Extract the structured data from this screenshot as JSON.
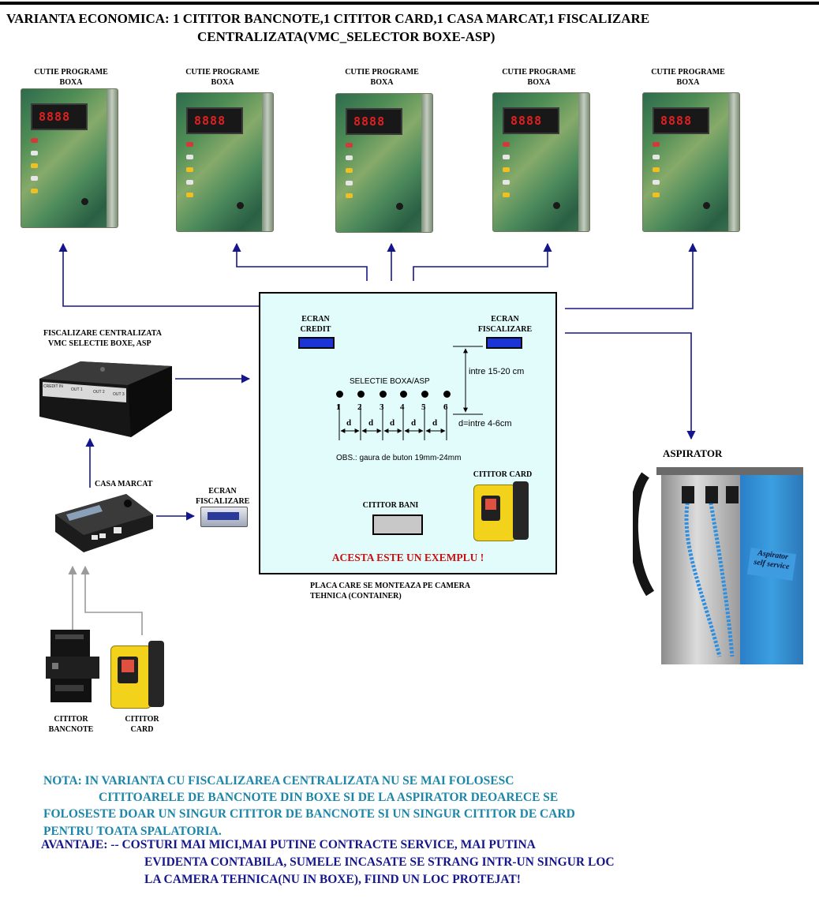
{
  "title": {
    "line1": "VARIANTA ECONOMICA: 1 CITITOR BANCNOTE,1 CITITOR CARD,1 CASA MARCAT,1 FISCALIZARE",
    "line2": "CENTRALIZATA(VMC_SELECTOR BOXE-ASP)"
  },
  "boxes": [
    {
      "label_line1": "CUTIE PROGRAME",
      "label_line2": "BOXA",
      "display": "8888"
    },
    {
      "label_line1": "CUTIE PROGRAME",
      "label_line2": "BOXA",
      "display": "8888"
    },
    {
      "label_line1": "CUTIE PROGRAME",
      "label_line2": "BOXA",
      "display": "8888"
    },
    {
      "label_line1": "CUTIE PROGRAME",
      "label_line2": "BOXA",
      "display": "8888"
    },
    {
      "label_line1": "CUTIE PROGRAME",
      "label_line2": "BOXA",
      "display": "8888"
    }
  ],
  "panel": {
    "ecran_credit": {
      "line1": "ECRAN",
      "line2": "CREDIT"
    },
    "ecran_fiscalizare": {
      "line1": "ECRAN",
      "line2": "FISCALIZARE"
    },
    "distance_label": "intre 15-20 cm",
    "selectie_label": "SELECTIE BOXA/ASP",
    "button_numbers": [
      "1",
      "2",
      "3",
      "4",
      "5",
      "6"
    ],
    "d_label": "d",
    "d_note": "d=intre 4-6cm",
    "obs": "OBS.: gaura de buton 19mm-24mm",
    "cititor_card": "CITITOR CARD",
    "cititor_bani": "CITITOR BANI",
    "exemplu": "ACESTA ESTE UN EXEMPLU !",
    "caption_line1": "PLACA CARE SE MONTEAZA PE CAMERA",
    "caption_line2": "TEHNICA (CONTAINER)"
  },
  "fiscalizare": {
    "label_line1": "FISCALIZARE CENTRALIZATA",
    "label_line2": "VMC SELECTIE BOXE, ASP",
    "port_labels": [
      "CREDIT IN",
      "OUT 1",
      "OUT 2",
      "OUT 3"
    ]
  },
  "casa_marcat": "CASA MARCAT",
  "ecran_fiscalizare_ext": {
    "line1": "ECRAN",
    "line2": "FISCALIZARE"
  },
  "cititor_bancnote": {
    "line1": "CITITOR",
    "line2": "BANCNOTE"
  },
  "cititor_card_ext": {
    "line1": "CITITOR",
    "line2": "CARD"
  },
  "aspirator": {
    "label": "ASPIRATOR",
    "sticker_line1": "Aspirator",
    "sticker_line2": "self service"
  },
  "nota": {
    "line1": "NOTA: IN VARIANTA CU FISCALIZAREA CENTRALIZATA NU SE MAI FOLOSESC",
    "line2": "CITITOARELE DE BANCNOTE DIN BOXE SI DE LA ASPIRATOR DEOARECE SE",
    "line3": "FOLOSESTE DOAR UN SINGUR CITITOR DE BANCNOTE SI UN SINGUR CITITOR DE CARD",
    "line4": "PENTRU TOATA SPALATORIA."
  },
  "avantaje": {
    "line1": "AVANTAJE: -- COSTURI MAI MICI,MAI PUTINE CONTRACTE SERVICE, MAI PUTINA",
    "line2": "EVIDENTA CONTABILA, SUMELE INCASATE SE STRANG INTR-UN SINGUR LOC",
    "line3": "LA CAMERA TEHNICA(NU IN BOXE),  FIIND UN LOC PROTEJAT!"
  },
  "colors": {
    "nota": "#1d86a8",
    "avantaje": "#16168c",
    "wire": "#16168c",
    "gray_wire": "#9a9a9a",
    "exemplu": "#c81010",
    "screen": "#1a34d8"
  }
}
